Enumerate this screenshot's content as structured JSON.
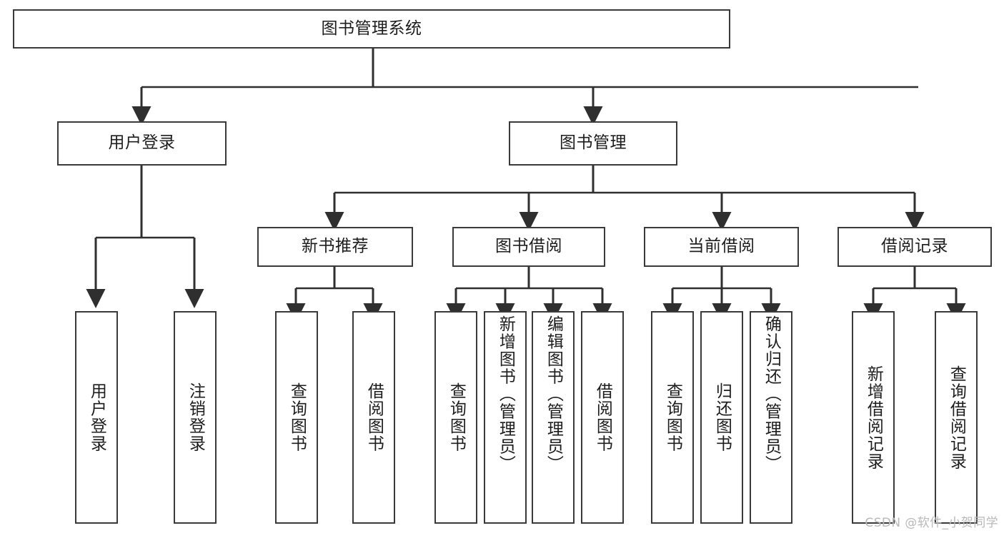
{
  "diagram": {
    "title": "图书管理系统",
    "type": "tree",
    "watermark": "CSDN @软件_小贺同学",
    "colors": {
      "node_border": "#3a3a3a",
      "node_fill": "#ffffff",
      "edge": "#2f2f2f",
      "text": "#1d1d1d",
      "watermark": "#b9b9b9",
      "background": "#ffffff"
    },
    "root": {
      "label": "图书管理系统"
    },
    "level1": [
      {
        "label": "用户登录"
      },
      {
        "label": "图书管理"
      }
    ],
    "level2": [
      {
        "label": "新书推荐"
      },
      {
        "label": "图书借阅"
      },
      {
        "label": "当前借阅"
      },
      {
        "label": "借阅记录"
      }
    ],
    "groups": [
      {
        "parent": "用户登录",
        "leaves": [
          {
            "label": "用户登录"
          },
          {
            "label": "注销登录"
          }
        ]
      },
      {
        "parent": "新书推荐",
        "leaves": [
          {
            "label": "查询图书"
          },
          {
            "label": "借阅图书"
          }
        ]
      },
      {
        "parent": "图书借阅",
        "leaves": [
          {
            "label": "查询图书"
          },
          {
            "label": "新增图书（管理员）"
          },
          {
            "label": "编辑图书（管理员）"
          },
          {
            "label": "借阅图书"
          }
        ]
      },
      {
        "parent": "当前借阅",
        "leaves": [
          {
            "label": "查询图书"
          },
          {
            "label": "归还图书"
          },
          {
            "label": "确认归还（管理员）"
          }
        ]
      },
      {
        "parent": "借阅记录",
        "leaves": [
          {
            "label": "新增借阅记录"
          },
          {
            "label": "查询借阅记录"
          }
        ]
      }
    ]
  }
}
